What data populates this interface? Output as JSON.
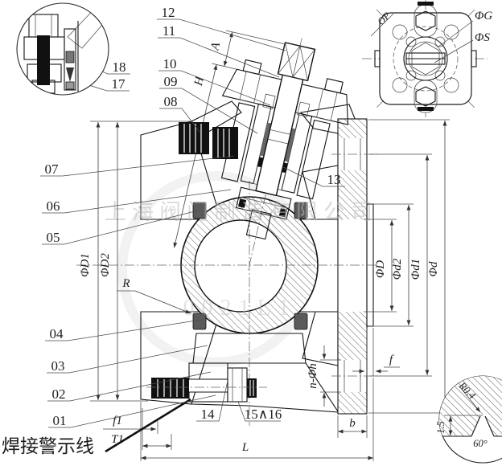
{
  "part_labels": {
    "p01": "01",
    "p02": "02",
    "p03": "03",
    "p04": "04",
    "p05": "05",
    "p06": "06",
    "p07": "07",
    "p08": "08",
    "p09": "09",
    "p10": "10",
    "p11": "11",
    "p12": "12",
    "p13": "13",
    "p14": "14",
    "p15_16": "15∧16",
    "p17": "17",
    "p18": "18"
  },
  "dim_labels": {
    "phiD1": "ΦD1",
    "phiD2": "ΦD2",
    "R": "R",
    "phiD": "ΦD",
    "phid2": "Φd2",
    "phid1": "Φd1",
    "phid": "Φd",
    "phiG": "ΦG",
    "phiS": "ΦS",
    "A": "A",
    "H": "H",
    "L": "L",
    "b": "b",
    "f": "f",
    "f1": "f1",
    "T1": "T1",
    "n_phih": "n-Φh",
    "OP": "OP"
  },
  "detail_labels": {
    "radius": "R0.4",
    "depth": "1.5",
    "angle": "60°"
  },
  "annotations": {
    "weld_warning": "焊接警示线"
  },
  "watermark": {
    "line1": "上海阀门制造有限公司",
    "line2": "0021L1"
  }
}
